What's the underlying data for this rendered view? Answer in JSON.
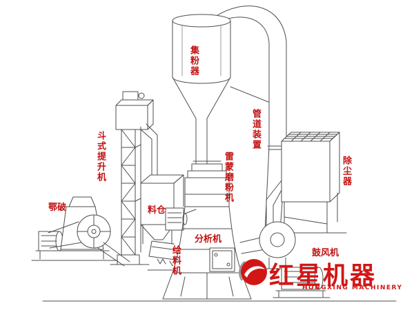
{
  "diagram": {
    "labels": {
      "cyclone_collector": "集粉器",
      "pipeline_device": "管道装置",
      "dust_collector": "除尘器",
      "bucket_elevator": "斗式提升机",
      "jaw_crusher": "鄂破",
      "hopper": "料仓",
      "raymond_mill": "雷蒙磨粉机",
      "analyzer": "分析机",
      "feeder": "给料机",
      "blower": "鼓风机"
    }
  },
  "watermark": {
    "brand": "红星机器",
    "brand_en": "HONGXING MACHINERY"
  },
  "colors": {
    "label_red": "#c11111",
    "brand_red": "#d21616",
    "line_gray": "#4d4d4d"
  }
}
